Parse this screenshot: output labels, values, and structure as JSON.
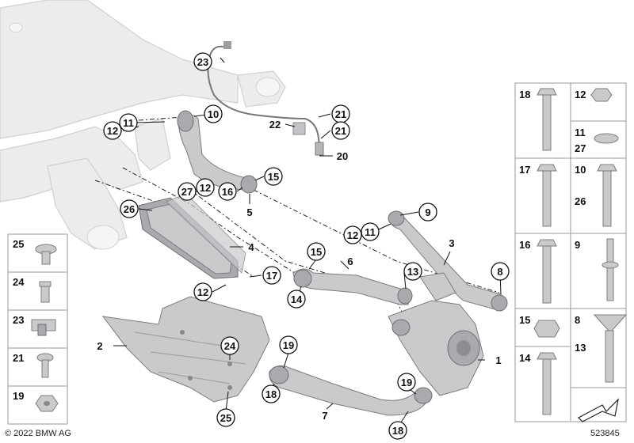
{
  "diagram": {
    "copyright": "© 2022 BMW AG",
    "image_number": "523845",
    "callouts_main": {
      "c1": "1",
      "c2": "2",
      "c3": "3",
      "c4": "4",
      "c5": "5",
      "c6": "6",
      "c7": "7",
      "c8": "8",
      "c9": "9",
      "c10": "10",
      "c11a": "11",
      "c11b": "11",
      "c12a": "12",
      "c12b": "12",
      "c12c": "12",
      "c12d": "12",
      "c13": "13",
      "c14": "14",
      "c15a": "15",
      "c15b": "15",
      "c16": "16",
      "c17": "17",
      "c18a": "18",
      "c18b": "18",
      "c19a": "19",
      "c19b": "19",
      "c20": "20",
      "c21a": "21",
      "c21b": "21",
      "c22": "22",
      "c23": "23",
      "c24": "24",
      "c25": "25",
      "c26": "26",
      "c27": "27"
    },
    "panel_right": {
      "r18": "18",
      "r12": "12",
      "r11": "11",
      "r27": "27",
      "r17": "17",
      "r10": "10",
      "r26": "26",
      "r16": "16",
      "r9": "9",
      "r15": "15",
      "r8": "8",
      "r13": "13",
      "r14": "14"
    },
    "panel_left": {
      "l25": "25",
      "l24": "24",
      "l23": "23",
      "l21": "21",
      "l19": "19"
    }
  }
}
